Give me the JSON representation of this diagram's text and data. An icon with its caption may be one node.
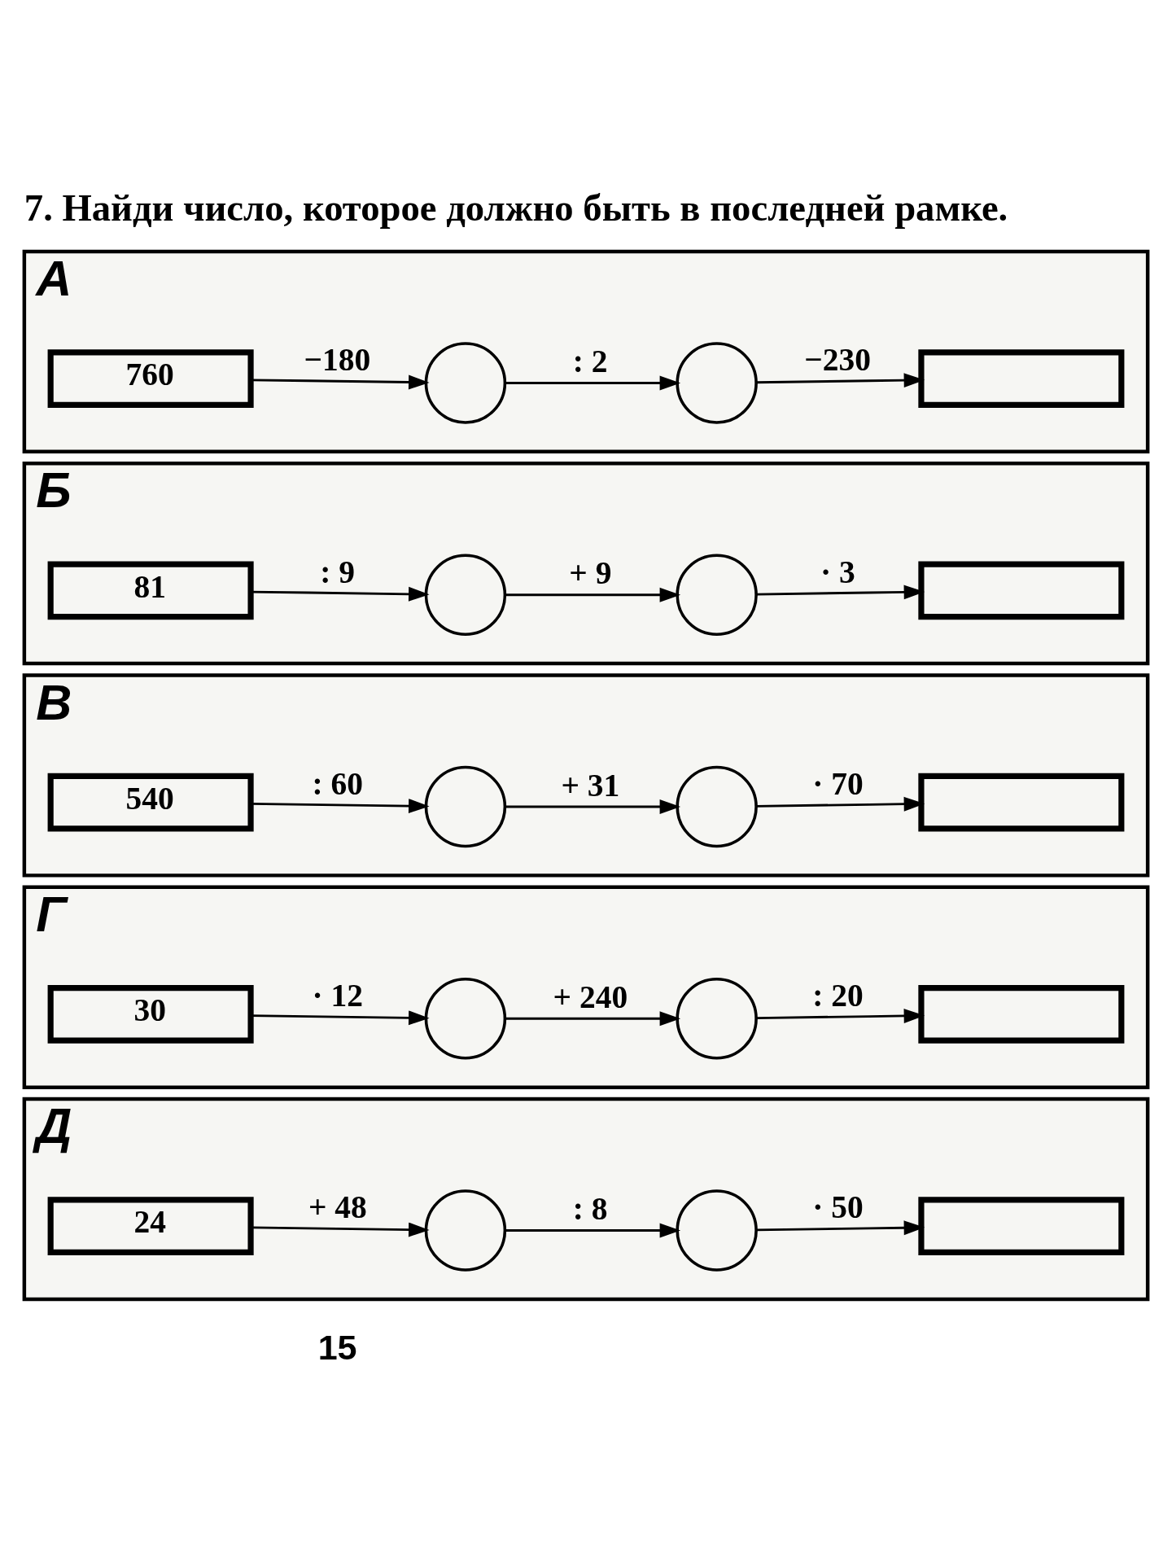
{
  "diagram": {
    "title": "7. Найди число, которое должно быть в последней рамке.",
    "nodes": [
      {
        "text": [
          "А"
        ]
      },
      {
        "text": [
          "760"
        ],
        "in": 0
      },
      {
        "text": [],
        "shape": "circle",
        "in": 0
      },
      {
        "text": [],
        "shape": "circle",
        "in": 0
      },
      {
        "text": [],
        "shape": "box",
        "in": 0
      },
      {
        "text": [
          "Б"
        ]
      },
      {
        "text": [
          "81"
        ],
        "in": 5
      },
      {
        "text": [],
        "shape": "circle",
        "in": 5
      },
      {
        "text": [],
        "shape": "circle",
        "in": 5
      },
      {
        "text": [],
        "shape": "box",
        "in": 5
      },
      {
        "text": [
          "В"
        ]
      },
      {
        "text": [
          "540"
        ],
        "in": 10
      },
      {
        "text": [],
        "shape": "circle",
        "in": 10
      },
      {
        "text": [],
        "shape": "circle",
        "in": 10
      },
      {
        "text": [],
        "shape": "box",
        "in": 10
      },
      {
        "text": [
          "Г"
        ]
      },
      {
        "text": [
          "30"
        ],
        "in": 15
      },
      {
        "text": [],
        "shape": "circle",
        "in": 15
      },
      {
        "text": [],
        "shape": "circle",
        "in": 15
      },
      {
        "text": [],
        "shape": "box",
        "in": 15
      },
      {
        "text": [
          "Д"
        ]
      },
      {
        "text": [
          "24"
        ],
        "in": 20
      },
      {
        "text": [],
        "shape": "circle",
        "in": 20
      },
      {
        "text": [],
        "shape": "circle",
        "in": 20
      },
      {
        "text": [],
        "shape": "box",
        "in": 20
      }
    ],
    "edges": [
      {
        "from": 1,
        "to": 2,
        "arrow": "to",
        "label": "−180"
      },
      {
        "from": 2,
        "to": 3,
        "arrow": "to",
        "label": ": 2"
      },
      {
        "from": 3,
        "to": 4,
        "arrow": "to",
        "label": "−230"
      },
      {
        "from": 6,
        "to": 7,
        "arrow": "to",
        "label": ": 9"
      },
      {
        "from": 7,
        "to": 8,
        "arrow": "to",
        "label": "+ 9"
      },
      {
        "from": 8,
        "to": 9,
        "arrow": "to",
        "label": "· 3"
      },
      {
        "from": 11,
        "to": 12,
        "arrow": "to",
        "label": ": 60"
      },
      {
        "from": 12,
        "to": 13,
        "arrow": "to",
        "label": "+ 31"
      },
      {
        "from": 13,
        "to": 14,
        "arrow": "to",
        "label": "· 70"
      },
      {
        "from": 16,
        "to": 17,
        "arrow": "to",
        "label": "· 12"
      },
      {
        "from": 17,
        "to": 18,
        "arrow": "to",
        "label": "+ 240"
      },
      {
        "from": 18,
        "to": 19,
        "arrow": "to",
        "label": ": 20"
      },
      {
        "from": 21,
        "to": 22,
        "arrow": "to",
        "label": "+ 48"
      },
      {
        "from": 22,
        "to": 23,
        "arrow": "to",
        "label": ": 8"
      },
      {
        "from": 23,
        "to": 24,
        "arrow": "to",
        "label": "· 50"
      }
    ],
    "labels": [
      "15"
    ]
  }
}
